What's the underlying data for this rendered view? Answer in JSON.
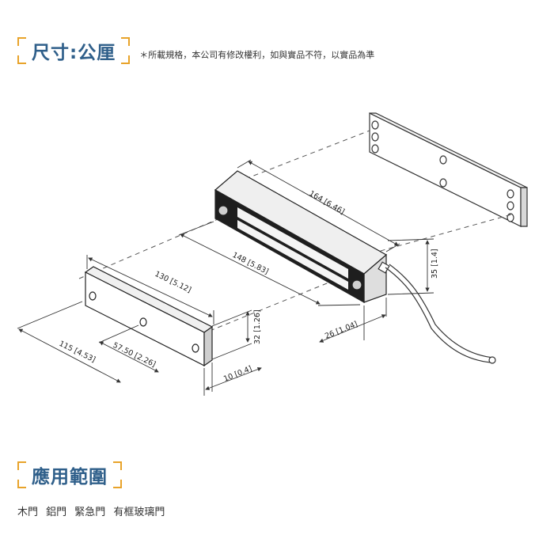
{
  "size_section": {
    "title": "尺寸:公厘",
    "note": "＊所載規格，本公司有修改權利，如與實品不符，以實品為準"
  },
  "dimensions": {
    "armature_length": "130 [5.12]",
    "armature_holes": "115 [4.53]",
    "armature_center": "57.50 [2.26]",
    "armature_height": "32 [1.26]",
    "armature_depth": "10 [0.4]",
    "magnet_length": "164 [6.46]",
    "magnet_face": "148 [5.83]",
    "magnet_depth": "26 [1.04]",
    "magnet_height": "35 [1.4]"
  },
  "app_section": {
    "title": "應用範圍",
    "items": "木門  鋁門  緊急門  有框玻璃門"
  },
  "colors": {
    "accent": "#e8a32a",
    "title": "#2f5f8a"
  }
}
